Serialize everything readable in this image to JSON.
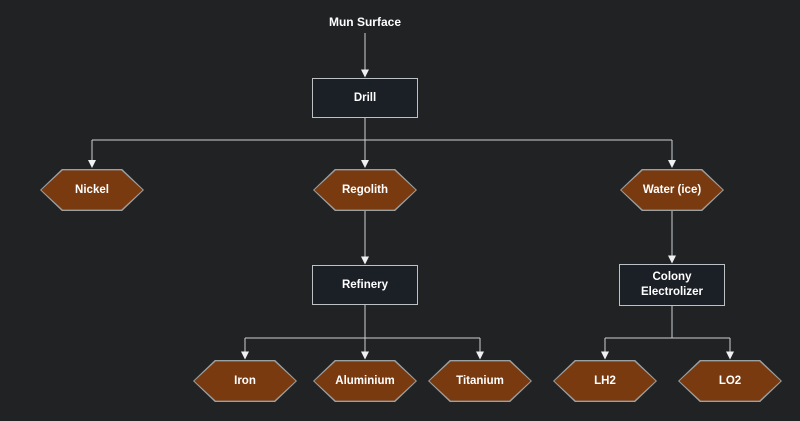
{
  "diagram": {
    "title": "Mun Surface resource flowchart",
    "colors": {
      "background": "#212224",
      "process_fill": "#1b2027",
      "process_border": "#bcc1c5",
      "resource_fill": "#7a3a0f",
      "resource_border": "#9ba0a3",
      "connector": "#cdd1d3",
      "text": "#ffffff"
    },
    "nodes": {
      "mun_surface": {
        "label": "Mun Surface",
        "type": "label"
      },
      "drill": {
        "label": "Drill",
        "type": "process"
      },
      "nickel": {
        "label": "Nickel",
        "type": "resource"
      },
      "regolith": {
        "label": "Regolith",
        "type": "resource"
      },
      "water_ice": {
        "label": "Water (ice)",
        "type": "resource"
      },
      "refinery": {
        "label": "Refinery",
        "type": "process"
      },
      "colony_electrolizer": {
        "label": "Colony Electrolizer",
        "type": "process"
      },
      "iron": {
        "label": "Iron",
        "type": "resource"
      },
      "aluminium": {
        "label": "Aluminium",
        "type": "resource"
      },
      "titanium": {
        "label": "Titanium",
        "type": "resource"
      },
      "lh2": {
        "label": "LH2",
        "type": "resource"
      },
      "lo2": {
        "label": "LO2",
        "type": "resource"
      }
    },
    "edges": [
      {
        "from": "mun_surface",
        "to": "drill"
      },
      {
        "from": "drill",
        "to": "nickel"
      },
      {
        "from": "drill",
        "to": "regolith"
      },
      {
        "from": "drill",
        "to": "water_ice"
      },
      {
        "from": "regolith",
        "to": "refinery"
      },
      {
        "from": "refinery",
        "to": "iron"
      },
      {
        "from": "refinery",
        "to": "aluminium"
      },
      {
        "from": "refinery",
        "to": "titanium"
      },
      {
        "from": "water_ice",
        "to": "colony_electrolizer"
      },
      {
        "from": "colony_electrolizer",
        "to": "lh2"
      },
      {
        "from": "colony_electrolizer",
        "to": "lo2"
      }
    ]
  }
}
